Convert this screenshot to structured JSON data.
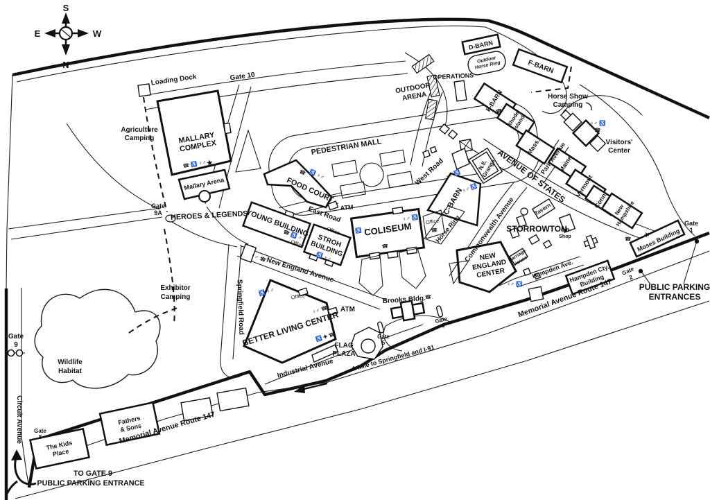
{
  "compass": {
    "n": "N",
    "s": "S",
    "e": "E",
    "w": "W"
  },
  "icons": {
    "phone": "☎",
    "star": "★",
    "set_full": "☎ ♿ ♀♂",
    "set_wr": "♿ ♀♂",
    "set_rw": "♀♂ ♿",
    "set_rp": "♀♂ ☎",
    "set_aid": "♿ ✚ ☎"
  },
  "gates": {
    "g10": "Gate 10",
    "g9a": [
      "Gate",
      "9A"
    ],
    "g9": [
      "Gate",
      "9"
    ],
    "g8": [
      "Gate",
      "8"
    ],
    "g5": [
      "Gate",
      "5"
    ],
    "g4": [
      "Gate",
      "4"
    ],
    "g2": [
      "Gate",
      "2"
    ],
    "g1": [
      "Gate",
      "1"
    ]
  },
  "labels": {
    "loading_dock": "Loading Dock",
    "agriculture_camping": [
      "Agriculture",
      "Camping"
    ],
    "mallary_complex": [
      "MALLARY",
      "COMPLEX"
    ],
    "mallary_arena": "Mallary Arena",
    "heroes_legends": "HEROES & LEGENDS",
    "exhibitor_camping": [
      "Exhibitor",
      "Camping"
    ],
    "wildlife_habitat": [
      "Wildlife",
      "Habitat"
    ],
    "circuit_avenue": "Circuit Avenue",
    "kids_place": [
      "The Kids",
      "Place"
    ],
    "fathers_sons": [
      "Fathers",
      "& Sons"
    ],
    "memorial_avenue": "Memorial Avenue Route 147",
    "to_gate9": [
      "TO GATE 9",
      "PUBLIC PARKING ENTRANCE"
    ],
    "mile_to": "1 Mile to Springfield and I-91",
    "springfield_road": "Springfield Road",
    "new_england_avenue": "New England Avenue",
    "industrial_avenue": "Industrial Avenue",
    "better_living_center": "BETTER LIVING CENTER",
    "office": "Office",
    "atm": "ATM",
    "flag_plaza": [
      "FLAG",
      "PLAZA"
    ],
    "brooks_bldg": "Brooks Bldg.",
    "pedestrian_mall": "PEDESTRIAN MALL",
    "food_court": "FOOD COURT",
    "east_road": "East Road",
    "young_building": "YOUNG BUILDING",
    "stroh_building": [
      "STROH",
      "BUILDING"
    ],
    "coliseum": "COLISEUM",
    "west_road": "West Road",
    "c_barn": "C-BARN",
    "horse_ring": "Horse Ring",
    "commonwealth_avenue": "Commonwealth Avenue",
    "ne_grange": [
      "N.E.",
      "Grange"
    ],
    "avenue_of_states": "AVENUE OF STATES",
    "park_avenue": "Park Avenue",
    "outdoor_arena": [
      "OUTDOOR",
      "ARENA"
    ],
    "operations": "OPERATIONS",
    "d_barn": "D-BARN",
    "outdoor_horse_ring": [
      "Outdoor",
      "Horse Ring"
    ],
    "f_barn": "F-BARN",
    "e_barn": "E-BARN",
    "rhode_island": [
      "Rhode",
      "Island"
    ],
    "mass": "Mass.",
    "maine": "Maine",
    "vermont": "Vermont",
    "conn": "Conn.",
    "new_hampshire": [
      "New",
      "Hampshire"
    ],
    "horse_show_camping": [
      "Horse Show",
      "Camping"
    ],
    "visitors_center": [
      "Visitors'",
      "Center"
    ],
    "moses_building": "Moses Building",
    "public_parking_entrances": [
      "PUBLIC PARKING",
      "ENTRANCES"
    ],
    "hampden_cty": [
      "Hampden Cty.",
      "Building"
    ],
    "hampden_ave": "Hampden Ave.",
    "storrowton": "STORROWTON",
    "gift_shop": [
      "Gift",
      "Shop"
    ],
    "tavern": "Tavern",
    "carriage_house": [
      "Carriage",
      "House"
    ],
    "new_england_center": [
      "NEW",
      "ENGLAND",
      "CENTER"
    ]
  }
}
